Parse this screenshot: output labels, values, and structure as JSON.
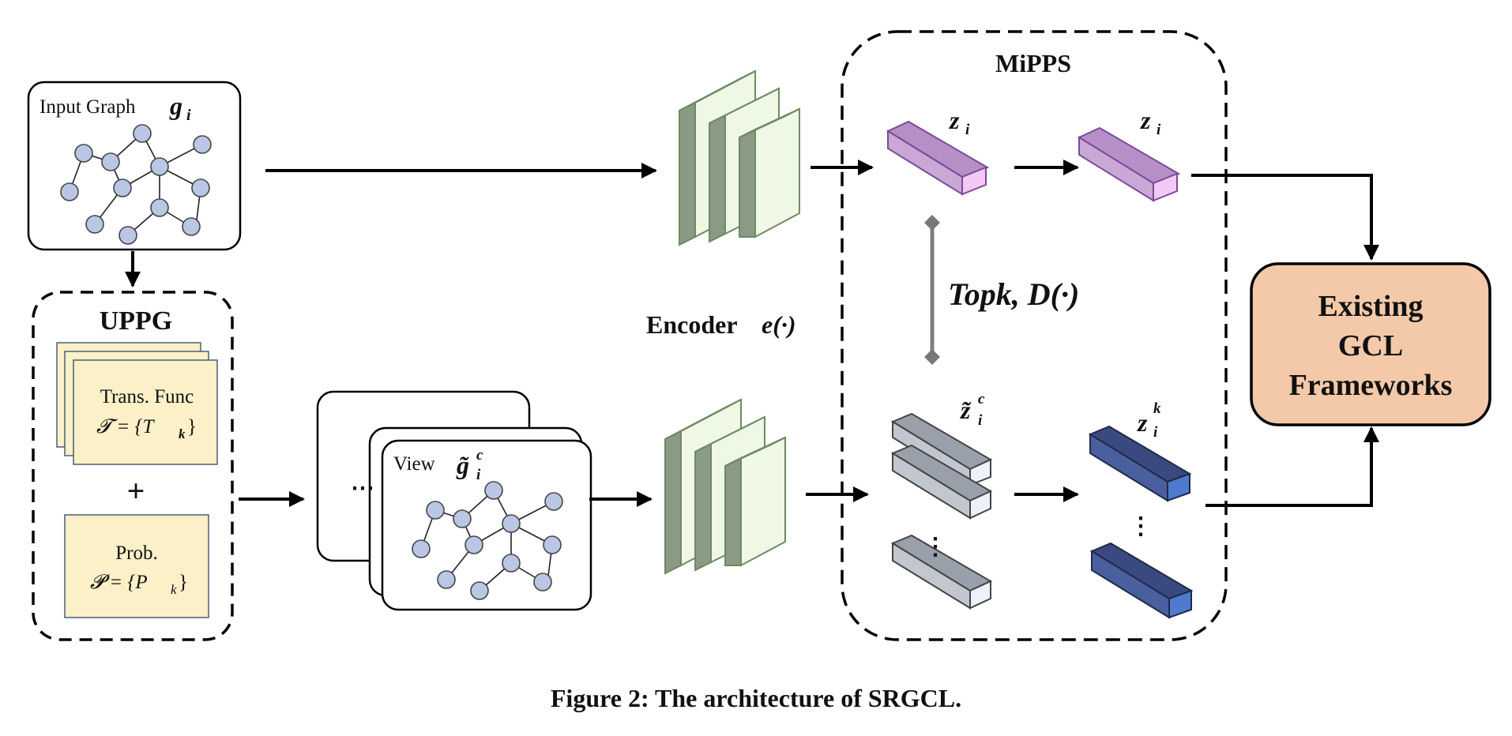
{
  "input_graph": {
    "label": "Input Graph",
    "symbol": "g",
    "sub": "i"
  },
  "uppg": {
    "title": "UPPG",
    "trans_line1": "Trans. Func",
    "trans_line2": "𝓣 = {T",
    "trans_sub": "k",
    "trans_close": "}",
    "plus": "+",
    "prob_line1": "Prob.",
    "prob_line2": "𝓟 = {P",
    "prob_sub": "k",
    "prob_close": "}"
  },
  "view": {
    "label": "View",
    "symbol": "g̃",
    "sup": "c",
    "sub": "i",
    "dots": "⋯"
  },
  "encoder": {
    "label": "Encoder",
    "symbol": "e(·)"
  },
  "mipps": {
    "title": "MiPPS",
    "z_top": "z",
    "z_top_sub": "i",
    "z_top2": "z",
    "z_top2_sub": "i",
    "topk": "Topk, D(·)",
    "z_tilde": "z̃",
    "z_tilde_sup": "c",
    "z_tilde_sub": "i",
    "z_k": "z",
    "z_k_sup": "k",
    "z_k_sub": "i",
    "vdots": "⋮"
  },
  "gcl": {
    "line1": "Existing",
    "line2": "GCL",
    "line3": "Frameworks"
  },
  "caption": "Figure 2: The architecture of SRGCL.",
  "colors": {
    "node": "#b9c6e4",
    "encoder_face": "#eef8e4",
    "encoder_side": "#8a9a84",
    "purple": "#c9a8d6",
    "gray_block": "#c2c6cf",
    "blue_block": "#4a5f9e",
    "yellow": "#fbf0c8",
    "gcl": "#f3c9a9"
  }
}
